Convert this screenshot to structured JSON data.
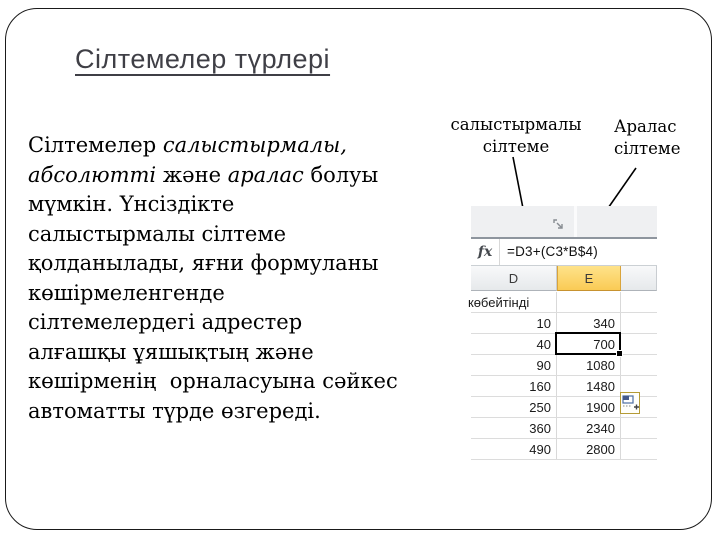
{
  "slide": {
    "title": "Сілтемелер түрлері",
    "body_segments": [
      {
        "text": "Сілтемелер ",
        "italic": false,
        "br": false
      },
      {
        "text": "салыстырмалы,",
        "italic": true,
        "br": true
      },
      {
        "text": "абсолютті",
        "italic": true,
        "br": false
      },
      {
        "text": " және ",
        "italic": false,
        "br": false
      },
      {
        "text": "аралас",
        "italic": true,
        "br": false
      },
      {
        "text": " болуы",
        "italic": false,
        "br": true
      },
      {
        "text": "мүмкін. Үнсіздікте",
        "italic": false,
        "br": true
      },
      {
        "text": "салыстырмалы сілтеме",
        "italic": false,
        "br": true
      },
      {
        "text": "қолданылады, яғни формуланы",
        "italic": false,
        "br": true
      },
      {
        "text": "көшірмеленгенде",
        "italic": false,
        "br": true
      },
      {
        "text": "сілтемелердегі адрестер",
        "italic": false,
        "br": true
      },
      {
        "text": "алғашқы ұяшықтың және",
        "italic": false,
        "br": true
      },
      {
        "text": "көшірменің  орналасуына сәйкес",
        "italic": false,
        "br": true
      },
      {
        "text": "автоматты түрде өзгереді.",
        "italic": false,
        "br": false
      }
    ],
    "annotations": {
      "left_line1": "салыстырмалы",
      "left_line2": "сілтеме",
      "right_line1": "Аралас",
      "right_line2": "сілтеме"
    }
  },
  "spreadsheet": {
    "formula_bar": {
      "fx_label": "fx",
      "formula": "=D3+(C3*B$4)"
    },
    "columns": {
      "d": "D",
      "e": "E"
    },
    "selected_column": "E",
    "label_row": "көбейтінді",
    "rows": [
      {
        "d": "10",
        "e": "340",
        "selected": false
      },
      {
        "d": "40",
        "e": "700",
        "selected": true
      },
      {
        "d": "90",
        "e": "1080",
        "selected": false
      },
      {
        "d": "160",
        "e": "1480",
        "selected": false
      },
      {
        "d": "250",
        "e": "1900",
        "selected": false
      },
      {
        "d": "360",
        "e": "2340",
        "selected": false
      },
      {
        "d": "490",
        "e": "2800",
        "selected": false
      }
    ],
    "selected_cell_value": "700",
    "icons": {
      "dialog_launcher": "dialog-launcher-icon",
      "autofill_options": "autofill-options-icon",
      "fill_handle": "fill-handle"
    }
  },
  "colors": {
    "selected_header_top": "#FEE38A",
    "selected_header_bottom": "#FACB55",
    "selected_header_border": "#D9A43B",
    "ribbon_grey": "#EFF0F2",
    "ribbon_edge": "#8E959E",
    "grid_line": "#D9D9D9",
    "selection_border": "#000000",
    "autofill_border": "#B59B36",
    "title_color": "#3F3F46",
    "frame_border": "#1A1A1A"
  }
}
